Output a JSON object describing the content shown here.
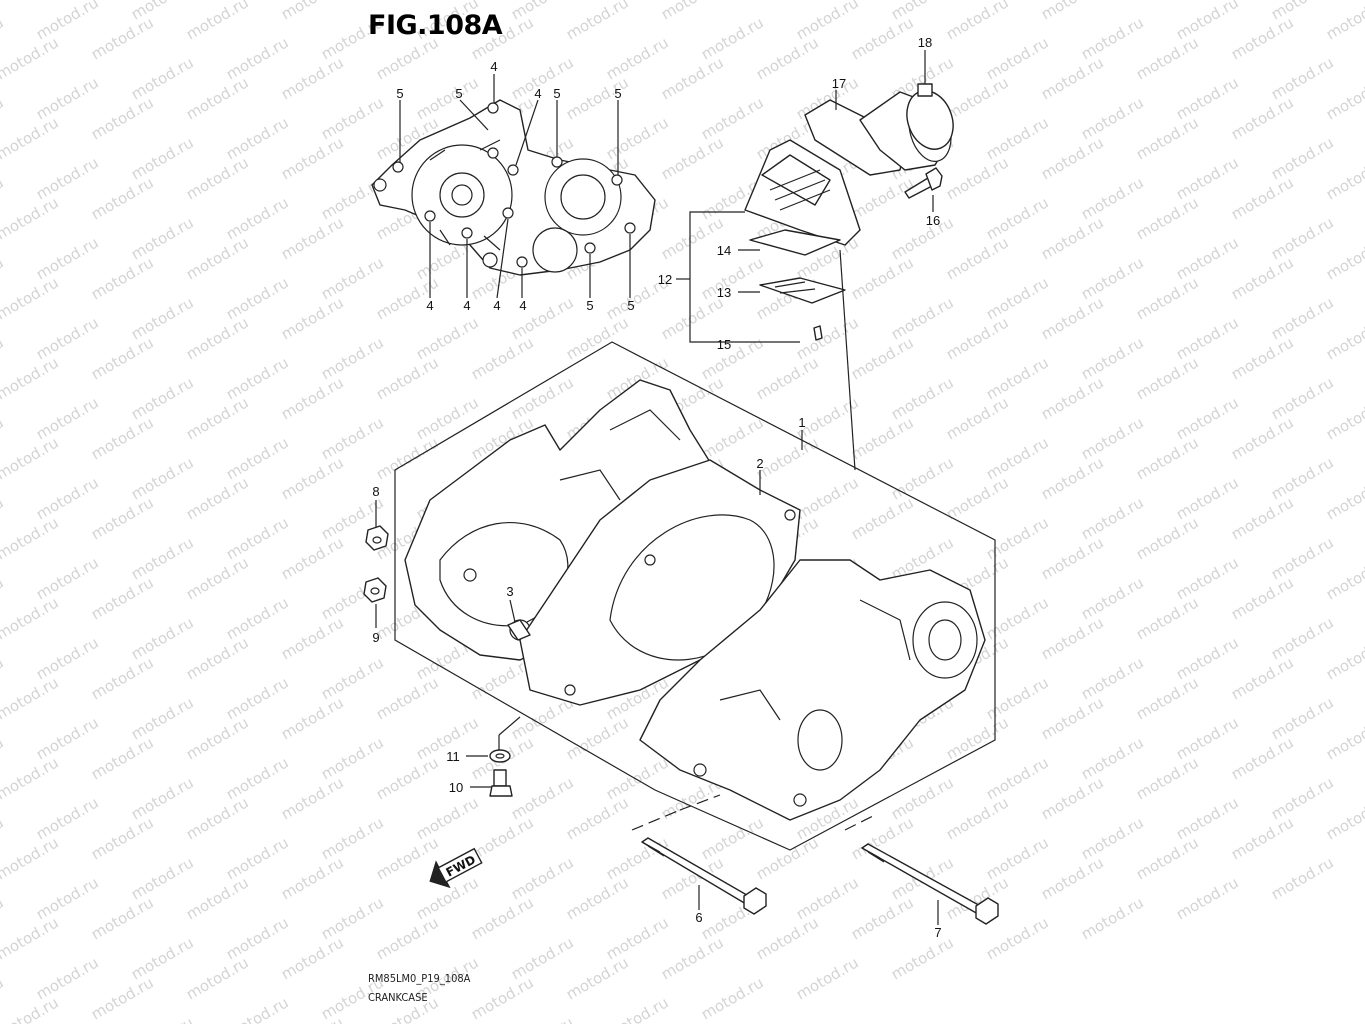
{
  "figure": {
    "title": "FIG.108A",
    "drawing_code": "RM85LM0_P19_108A",
    "section_name": "CRANKCASE"
  },
  "watermark": {
    "text": "motod.ru"
  },
  "fwd_arrow": {
    "label": "FWD"
  },
  "callouts": {
    "c1": "1",
    "c2": "2",
    "c3": "3",
    "c4a": "4",
    "c4b": "4",
    "c4c": "4",
    "c4d": "4",
    "c4e": "4",
    "c4f": "4",
    "c5a": "5",
    "c5b": "5",
    "c5c": "5",
    "c5d": "5",
    "c5e": "5",
    "c5f": "5",
    "c6": "6",
    "c7": "7",
    "c8": "8",
    "c9": "9",
    "c10": "10",
    "c11": "11",
    "c12": "12",
    "c13": "13",
    "c14": "14",
    "c15": "15",
    "c16": "16",
    "c17": "17",
    "c18": "18"
  }
}
